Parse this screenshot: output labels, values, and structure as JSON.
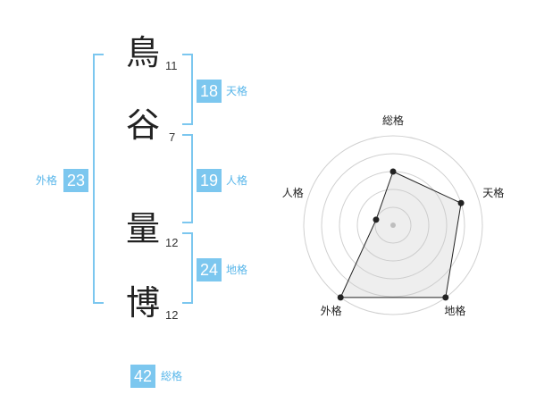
{
  "name": {
    "chars": [
      {
        "char": "鳥",
        "strokes": "11"
      },
      {
        "char": "谷",
        "strokes": "7"
      },
      {
        "char": "量",
        "strokes": "12"
      },
      {
        "char": "博",
        "strokes": "12"
      }
    ]
  },
  "fortune": {
    "tenkaku": {
      "value": "18",
      "label": "天格"
    },
    "jinkaku": {
      "value": "19",
      "label": "人格"
    },
    "chikaku": {
      "value": "24",
      "label": "地格"
    },
    "gaikaku": {
      "value": "23",
      "label": "外格"
    },
    "soukaku": {
      "value": "42",
      "label": "総格"
    }
  },
  "colors": {
    "accent": "#7cc7ef",
    "accent_text": "#58b6ea",
    "text": "#222222"
  },
  "chart_data": {
    "type": "radar",
    "axes": [
      "総格",
      "天格",
      "地格",
      "外格",
      "人格"
    ],
    "max": 5,
    "rings": 5,
    "values": [
      3,
      4,
      5,
      5,
      1
    ]
  }
}
